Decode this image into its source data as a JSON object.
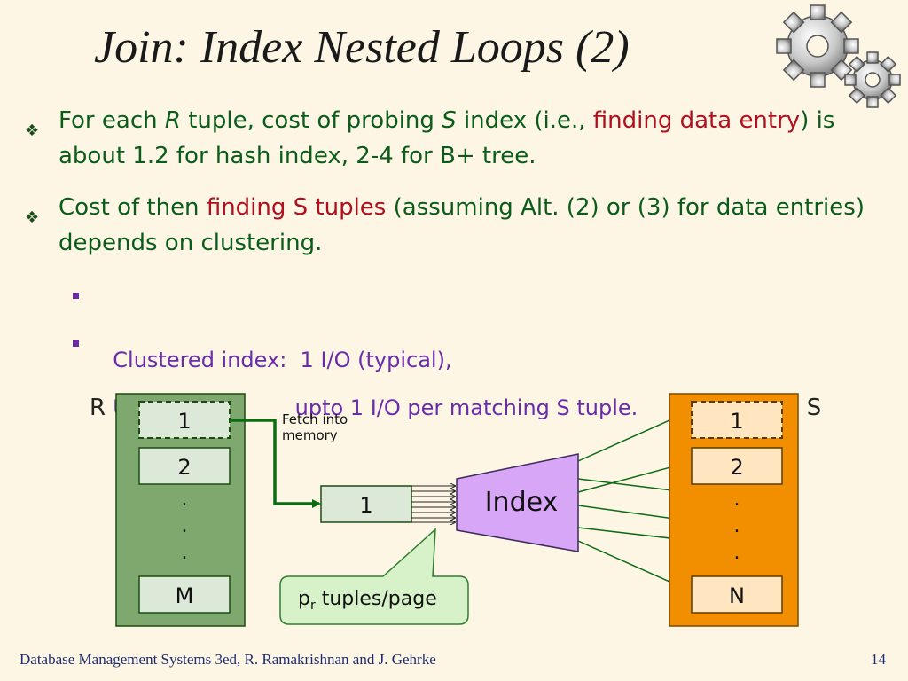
{
  "slide": {
    "title": "Join: Index Nested Loops (2)",
    "footer": "Database Management Systems 3ed,  R. Ramakrishnan and J. Gehrke",
    "page_number": "14",
    "gears_icon": "gears-icon"
  },
  "bullets": [
    {
      "marker": "❖",
      "parts": [
        {
          "text": "For each ",
          "style": "normal"
        },
        {
          "text": "R",
          "style": "italic"
        },
        {
          "text": " tuple, cost of probing ",
          "style": "normal"
        },
        {
          "text": "S",
          "style": "italic"
        },
        {
          "text": " index (i.e., ",
          "style": "normal"
        },
        {
          "text": "finding data entry",
          "style": "red"
        },
        {
          "text": ") is about 1.2 for hash index, 2-4 for B+ tree.",
          "style": "normal"
        }
      ]
    },
    {
      "marker": "❖",
      "parts": [
        {
          "text": "Cost of then ",
          "style": "normal"
        },
        {
          "text": "finding S tuples",
          "style": "red"
        },
        {
          "text": " (assuming Alt. (2) or (3) for data entries) depends on clustering.",
          "style": "normal"
        }
      ]
    }
  ],
  "sub_bullets": [
    {
      "text": "Clustered index:  1 I/O (typical),"
    },
    {
      "text": "Unclustered:       upto 1 I/O per matching S tuple."
    }
  ],
  "diagram": {
    "r_label": "R",
    "s_label": "S",
    "r_items": [
      "1",
      "2",
      "M"
    ],
    "s_items": [
      "1",
      "2",
      "N"
    ],
    "dots": ".",
    "buffer_label": "1",
    "fetch_label_line1": "Fetch into",
    "fetch_label_line2": "memory",
    "index_label": "Index",
    "callout_p": "p",
    "callout_sub": "r",
    "callout_rest": " tuples/page",
    "colors": {
      "r_fill": "#7ea86e",
      "r_item_fill": "#dde9d8",
      "s_fill": "#f28f00",
      "s_item_fill": "#ffe6c0",
      "index_fill": "#d7a6f7",
      "callout_fill": "#d7f2c8",
      "arrow": "#0d6b14"
    }
  }
}
